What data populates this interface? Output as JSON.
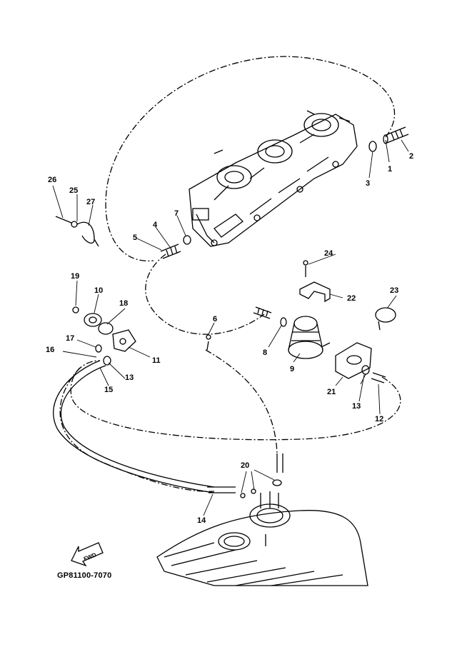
{
  "diagram": {
    "code": "GP81100-7070",
    "fwd_label": "FWD",
    "callouts": [
      {
        "id": "c1",
        "text": "1"
      },
      {
        "id": "c2",
        "text": "2"
      },
      {
        "id": "c3",
        "text": "3"
      },
      {
        "id": "c4",
        "text": "4"
      },
      {
        "id": "c5",
        "text": "5"
      },
      {
        "id": "c6",
        "text": "6"
      },
      {
        "id": "c7",
        "text": "7"
      },
      {
        "id": "c8",
        "text": "8"
      },
      {
        "id": "c9",
        "text": "9"
      },
      {
        "id": "c10",
        "text": "10"
      },
      {
        "id": "c11",
        "text": "11"
      },
      {
        "id": "c12",
        "text": "12"
      },
      {
        "id": "c13a",
        "text": "13"
      },
      {
        "id": "c13b",
        "text": "13"
      },
      {
        "id": "c14",
        "text": "14"
      },
      {
        "id": "c15",
        "text": "15"
      },
      {
        "id": "c16",
        "text": "16"
      },
      {
        "id": "c17",
        "text": "17"
      },
      {
        "id": "c18",
        "text": "18"
      },
      {
        "id": "c19",
        "text": "19"
      },
      {
        "id": "c20",
        "text": "20"
      },
      {
        "id": "c21",
        "text": "21"
      },
      {
        "id": "c22",
        "text": "22"
      },
      {
        "id": "c23",
        "text": "23"
      },
      {
        "id": "c24",
        "text": "24"
      },
      {
        "id": "c25",
        "text": "25"
      },
      {
        "id": "c26",
        "text": "26"
      },
      {
        "id": "c27",
        "text": "27"
      }
    ]
  }
}
